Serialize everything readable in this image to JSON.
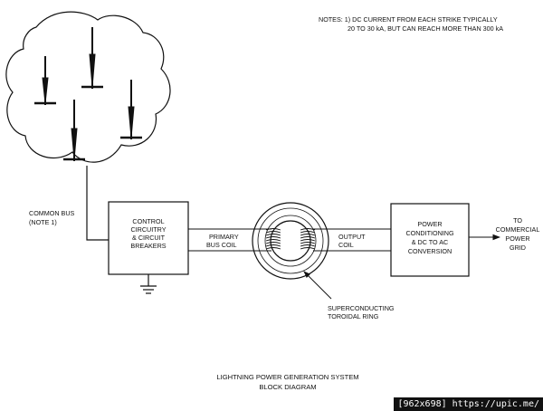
{
  "notes": {
    "line1": "NOTES:  1) DC CURRENT FROM EACH STRIKE TYPICALLY",
    "line2": "20 TO 30 kA, BUT CAN REACH MORE THAN 300 kA"
  },
  "labels": {
    "common_bus_1": "COMMON BUS",
    "common_bus_2": "(NOTE 1)",
    "control_1": "CONTROL",
    "control_2": "CIRCUITRY",
    "control_3": "& CIRCUIT",
    "control_4": "BREAKERS",
    "primary_1": "PRIMARY",
    "primary_2": "BUS COIL",
    "output_1": "OUTPUT",
    "output_2": "COIL",
    "power_1": "POWER",
    "power_2": "CONDITIONING",
    "power_3": "& DC TO AC",
    "power_4": "CONVERSION",
    "to_1": "TO",
    "to_2": "COMMERCIAL",
    "to_3": "POWER",
    "to_4": "GRID",
    "super_1": "SUPERCONDUCTING",
    "super_2": "TOROIDAL RING"
  },
  "title": {
    "line1": "LIGHTNING POWER GENERATION SYSTEM",
    "line2": "BLOCK DIAGRAM"
  },
  "watermark": "[962x698] https://upic.me/",
  "icons": [
    "lightning-rod-icon",
    "ground-icon",
    "arrow-icon"
  ]
}
